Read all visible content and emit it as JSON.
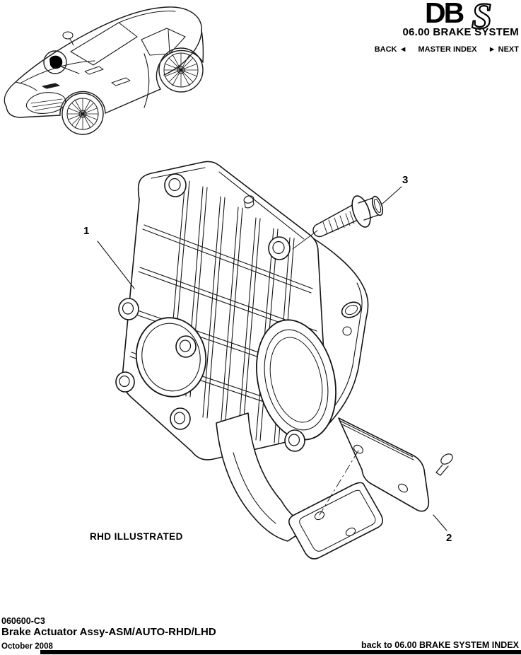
{
  "colors": {
    "ink": "#000000",
    "paper": "#ffffff"
  },
  "brand": {
    "logo_db": "DB",
    "logo_s": "S"
  },
  "header": {
    "section_title": "06.00 BRAKE SYSTEM",
    "nav": {
      "back_label": "BACK",
      "back_arrow": "◄",
      "master_index_label": "MASTER INDEX",
      "next_arrow": "►",
      "next_label": "NEXT"
    }
  },
  "diagram": {
    "note": "RHD ILLUSTRATED",
    "callouts": {
      "bracket_assembly": "1",
      "cover_plate": "2",
      "mounting_bolt": "3"
    }
  },
  "footer": {
    "doc_code": "060600-C3",
    "title": "Brake Actuator Assy-ASM/AUTO-RHD/LHD",
    "date": "October 2008",
    "index_link": "back to 06.00 BRAKE SYSTEM INDEX"
  }
}
